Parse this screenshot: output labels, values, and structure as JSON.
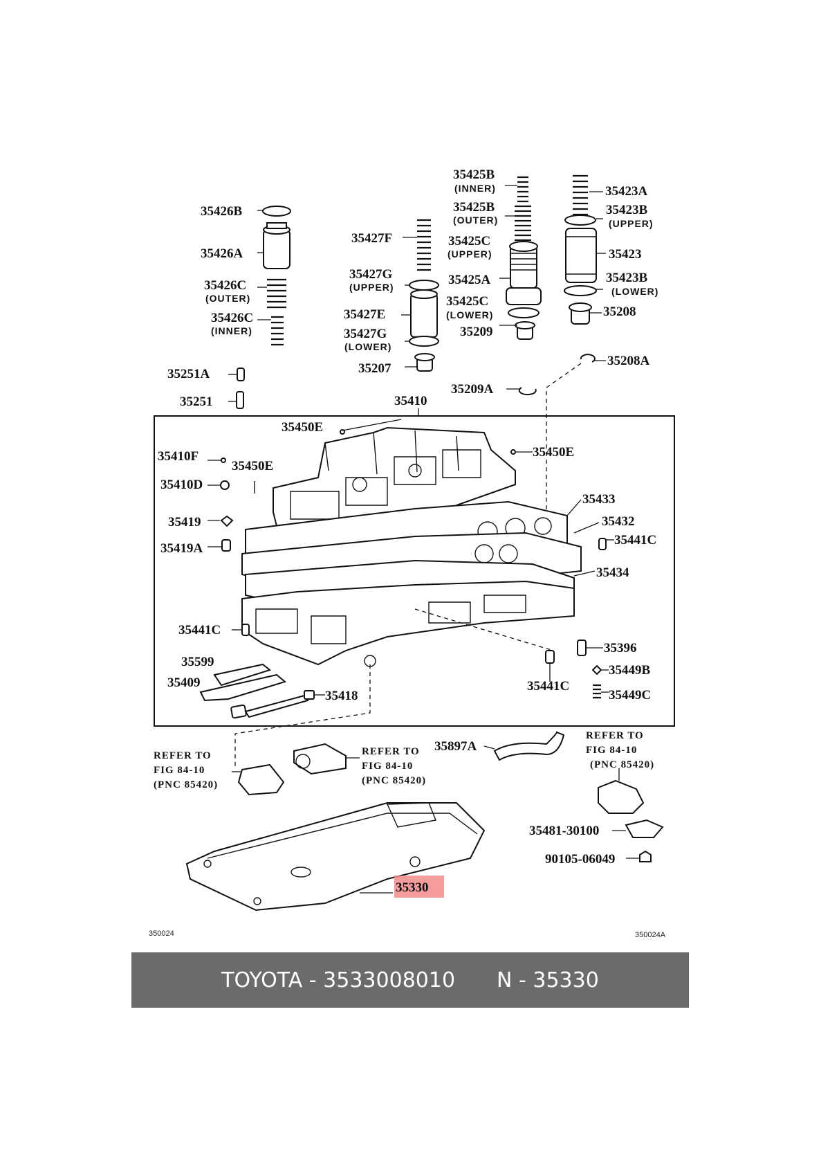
{
  "labels": {
    "l35425B_inner": "35425B",
    "l35425B_inner_sub": "(INNER)",
    "l35423A": "35423A",
    "l35425B_outer": "35425B",
    "l35425B_outer_sub": "(OUTER)",
    "l35423B_upper": "35423B",
    "l35423B_upper_sub": "(UPPER)",
    "l35426B": "35426B",
    "l35427F": "35427F",
    "l35425C_upper": "35425C",
    "l35425C_upper_sub": "(UPPER)",
    "l35423": "35423",
    "l35426A": "35426A",
    "l35427G_upper": "35427G",
    "l35427G_upper_sub": "(UPPER)",
    "l35425A": "35425A",
    "l35423B_lower": "35423B",
    "l35423B_lower_sub": "(LOWER)",
    "l35426C_outer": "35426C",
    "l35426C_outer_sub": "(OUTER)",
    "l35427E": "35427E",
    "l35425C_lower": "35425C",
    "l35425C_lower_sub": "(LOWER)",
    "l35208": "35208",
    "l35426C_inner": "35426C",
    "l35426C_inner_sub": "(INNER)",
    "l35427G_lower": "35427G",
    "l35427G_lower_sub": "(LOWER)",
    "l35209": "35209",
    "l35207": "35207",
    "l35208A": "35208A",
    "l35251A": "35251A",
    "l35209A": "35209A",
    "l35251": "35251",
    "l35410": "35410",
    "l35450E_top": "35450E",
    "l35410F": "35410F",
    "l35450E_left": "35450E",
    "l35450E_right": "35450E",
    "l35410D": "35410D",
    "l35433": "35433",
    "l35419": "35419",
    "l35432": "35432",
    "l35441C_right": "35441C",
    "l35419A": "35419A",
    "l35434": "35434",
    "l35441C_left": "35441C",
    "l35396": "35396",
    "l35599": "35599",
    "l35449B": "35449B",
    "l35409": "35409",
    "l35441C_bottom": "35441C",
    "l35418": "35418",
    "l35449C": "35449C",
    "l35897A": "35897A",
    "l35481": "35481-30100",
    "l90105": "90105-06049",
    "l35330": "35330"
  },
  "notes": {
    "left": {
      "line1": "REFER TO",
      "line2": "FIG 84-10",
      "line3": "(PNC 85420)"
    },
    "middle": {
      "line1": "REFER TO",
      "line2": "FIG 84-10",
      "line3": "(PNC 85420)"
    },
    "right": {
      "line1": "REFER TO",
      "line2": "FIG 84-10",
      "line3": "(PNC 85420)"
    }
  },
  "codes": {
    "left": "350024",
    "right": "350024A"
  },
  "highlight_color": "#f28b8b",
  "footer": {
    "brand_part": "TOYOTA - 3533008010",
    "pnc": "N - 35330"
  }
}
